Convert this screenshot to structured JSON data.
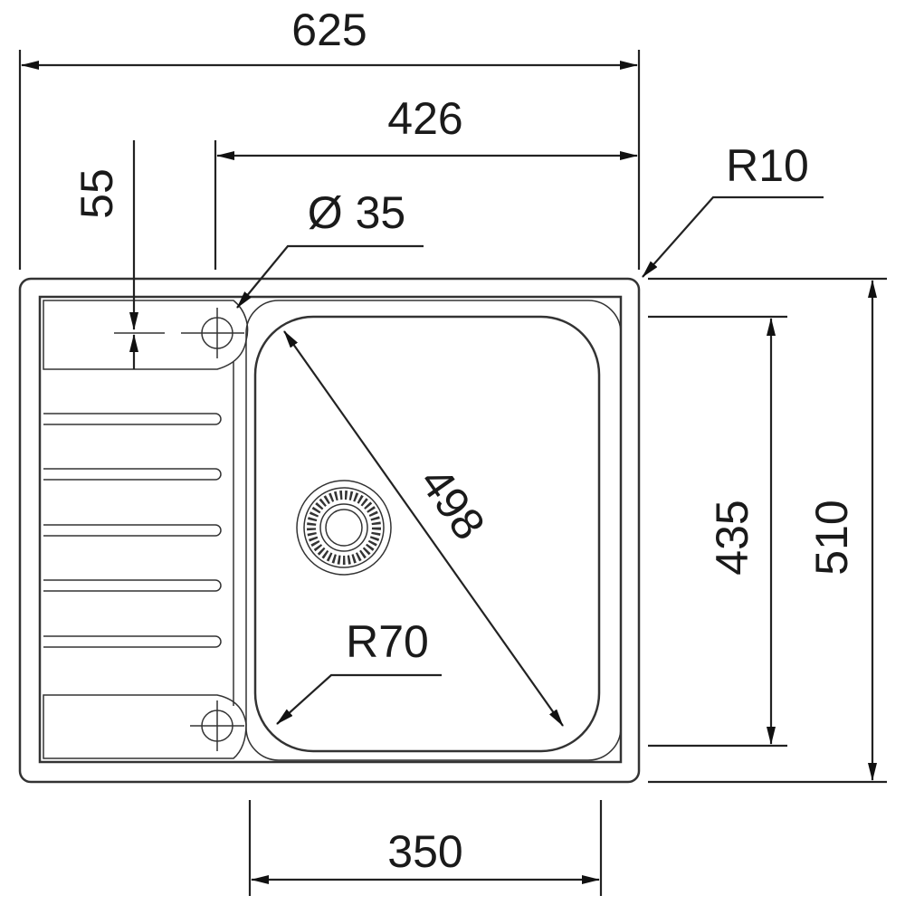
{
  "dimensions": {
    "overall_width": "625",
    "bowl_side_width": "426",
    "drain_offset": "55",
    "tap_hole_diameter": "Ø 35",
    "corner_radius_outer": "R10",
    "bowl_diagonal": "498",
    "bowl_corner_radius": "R70",
    "bowl_depth_length": "435",
    "overall_depth": "510",
    "bowl_width": "350"
  },
  "colors": {
    "line": "#222222",
    "background": "#ffffff"
  }
}
